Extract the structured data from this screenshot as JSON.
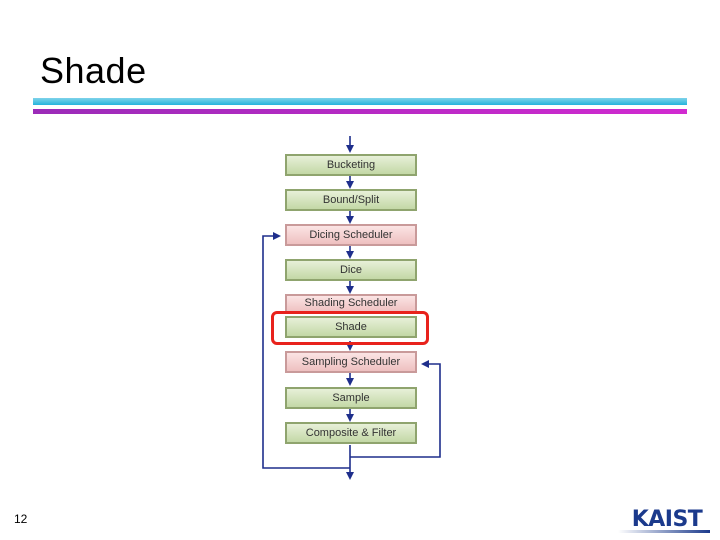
{
  "slide": {
    "title": "Shade",
    "page_number": "12"
  },
  "diagram": {
    "boxes": [
      {
        "label": "Bucketing",
        "color": "green"
      },
      {
        "label": "Bound/Split",
        "color": "green"
      },
      {
        "label": "Dicing Scheduler",
        "color": "pink"
      },
      {
        "label": "Dice",
        "color": "green"
      },
      {
        "label": "Shading Scheduler",
        "color": "pink"
      },
      {
        "label": "Shade",
        "color": "green"
      },
      {
        "label": "Sampling Scheduler",
        "color": "pink"
      },
      {
        "label": "Sample",
        "color": "green"
      },
      {
        "label": "Composite & Filter",
        "color": "green"
      }
    ],
    "highlighted_step": "Shade",
    "colors": {
      "arrow": "#1e2e8c",
      "highlight": "#e8221c",
      "green_fill": "#d3e3bc",
      "pink_fill": "#f3d2d2"
    }
  },
  "logo": {
    "text": "KAIST",
    "color": "#1b3a8c"
  }
}
